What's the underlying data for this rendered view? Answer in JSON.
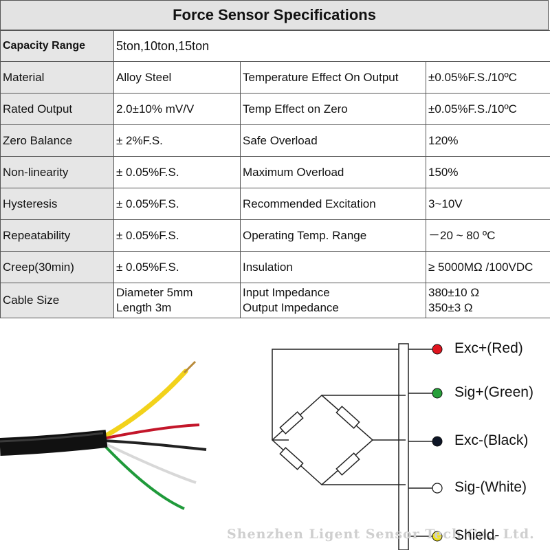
{
  "title": "Force Sensor Specifications",
  "capacity": {
    "label": "Capacity Range",
    "value": "5ton,10ton,15ton"
  },
  "rows": [
    {
      "l1": "Material",
      "v1": "Alloy  Steel",
      "l2": "Temperature Effect On Output",
      "v2": "±0.05%F.S./10ºC"
    },
    {
      "l1": "Rated Output",
      "v1": "2.0±10% mV/V",
      "l2": "Temp Effect on Zero",
      "v2": "±0.05%F.S./10ºC"
    },
    {
      "l1": "Zero Balance",
      "v1": "± 2%F.S.",
      "l2": "Safe Overload",
      "v2": "120%"
    },
    {
      "l1": "Non-linearity",
      "v1": "± 0.05%F.S.",
      "l2": "Maximum Overload",
      "v2": "150%"
    },
    {
      "l1": "Hysteresis",
      "v1": "± 0.05%F.S.",
      "l2": "Recommended Excitation",
      "v2": "3~10V"
    },
    {
      "l1": "Repeatability",
      "v1": "± 0.05%F.S.",
      "l2": "Operating Temp. Range",
      "v2": "－20 ~ 80 ºC"
    },
    {
      "l1": "Creep(30min)",
      "v1": "± 0.05%F.S.",
      "l2": "Insulation",
      "v2": "≥ 5000MΩ /100VDC"
    }
  ],
  "cable": {
    "label": "Cable Size",
    "value_line1": "Diameter 5mm",
    "value_line2": "Length 3m",
    "label2_line1": "Input  Impedance",
    "label2_line2": "Output  Impedance",
    "value2_line1": "380±10 Ω",
    "value2_line2": "350±3 Ω"
  },
  "wiring": [
    {
      "label": "Exc+(Red)",
      "color": "#e0141e"
    },
    {
      "label": "Sig+(Green)",
      "color": "#27a03a"
    },
    {
      "label": "Exc-(Black)",
      "color": "#0d1526"
    },
    {
      "label": "Sig-(White)",
      "color": "#ffffff"
    },
    {
      "label": "Shield-",
      "color": "#f1e21a"
    }
  ],
  "watermark": "Shenzhen Ligent Sensor Tech Co., Ltd."
}
